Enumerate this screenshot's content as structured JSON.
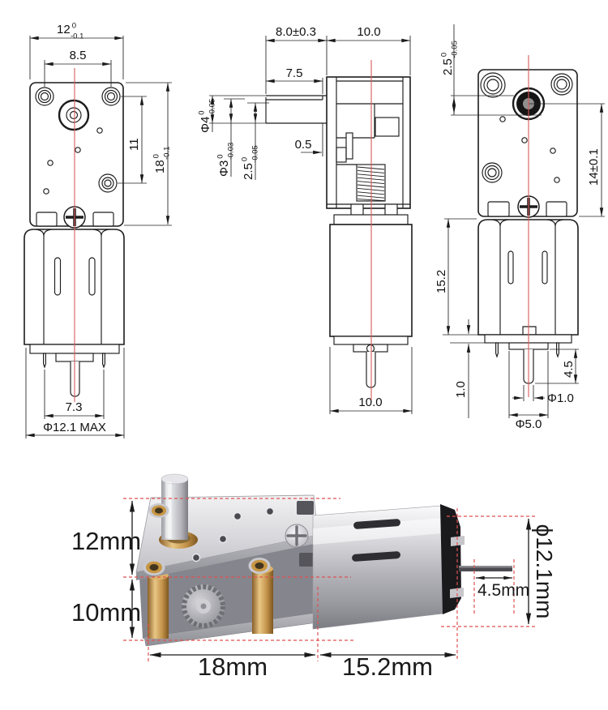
{
  "colors": {
    "centerline_red": "#d85a5a",
    "guide_red": "#e05252",
    "line": "#1c1c1c"
  },
  "drawing": {
    "front": {
      "width_main": "12",
      "width_sup": "0",
      "width_sub": "-0.1",
      "hole_spacing": "8.5",
      "hole_pitch": "11",
      "height_main": "18",
      "height_sup": "0",
      "height_sub": "-0.1",
      "pin_spacing": "7.3",
      "max_diameter": "Φ12.1 MAX"
    },
    "side": {
      "shaft_length": "8.0±0.3",
      "gearbox_depth": "10.0",
      "flat_length": "7.5",
      "shaft_dia_main": "Φ4",
      "shaft_dia_sup": "0",
      "shaft_dia_sub": "-0.05",
      "flat_dia_main": "Φ3",
      "flat_dia_sup": "0",
      "flat_dia_sub": "-0.03",
      "flat_height_main": "2.5",
      "flat_height_sup": "0",
      "flat_height_sub": "-0.05",
      "step": "0.5",
      "motor_depth": "10.0"
    },
    "back": {
      "offset_main": "2.5",
      "offset_sup": "0",
      "offset_sub": "-0.05",
      "center_height": "14±0.1",
      "motor_length": "15.2",
      "cap_step": "1.0",
      "rear_shaft_length": "4.5",
      "rear_shaft_dia": "Φ1.0",
      "bearing_dia": "Φ5.0"
    }
  },
  "photo": {
    "gearbox_height": "12mm",
    "frame_height": "10mm",
    "gearbox_length": "18mm",
    "motor_length": "15.2mm",
    "shaft_length": "4.5mm",
    "motor_diameter": "ϕ12.1mm"
  }
}
